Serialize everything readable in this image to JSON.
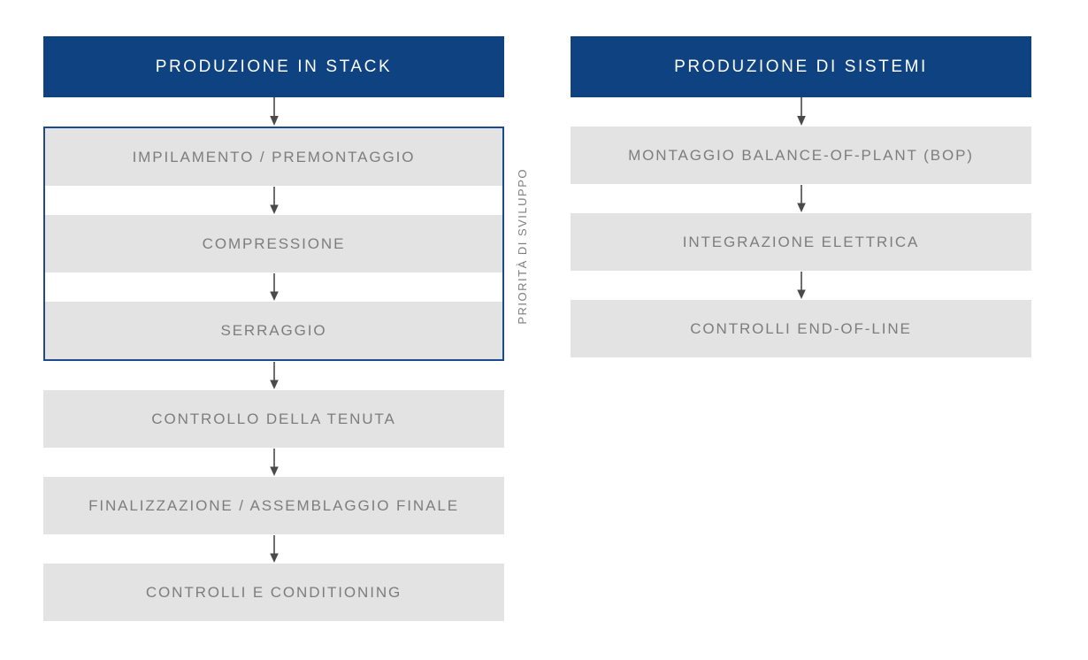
{
  "diagram": {
    "title_left": "PRODUZIONE IN STACK",
    "title_right": "PRODUZIONE DI SISTEMI",
    "vertical_label": "PRIORITÀ DI SVILUPPO",
    "colors": {
      "header_blue": "#0f4280",
      "group_border_blue": "#1b4b8f",
      "step_grey": "#e3e3e3",
      "step_text": "#7d7d7d",
      "header_text": "#ffffff",
      "arrow": "#4a4a4a",
      "background": "#ffffff"
    }
  },
  "columns": {
    "stack": {
      "header": "PRODUZIONE IN STACK",
      "priority_group": {
        "label": "PRIORITÀ DI SVILUPPO",
        "steps": [
          {
            "label": "IMPILAMENTO / PREMONTAGGIO"
          },
          {
            "label": "COMPRESSIONE"
          },
          {
            "label": "SERRAGGIO"
          }
        ]
      },
      "steps_after_group": [
        {
          "label": "CONTROLLO DELLA TENUTA"
        },
        {
          "label": "FINALIZZAZIONE / ASSEMBLAGGIO FINALE"
        },
        {
          "label": "CONTROLLI E CONDITIONING"
        }
      ]
    },
    "systems": {
      "header": "PRODUZIONE DI SISTEMI",
      "steps": [
        {
          "label": "MONTAGGIO BALANCE-OF-PLANT (BOP)"
        },
        {
          "label": "INTEGRAZIONE ELETTRICA"
        },
        {
          "label": "CONTROLLI END-OF-LINE"
        }
      ]
    }
  }
}
